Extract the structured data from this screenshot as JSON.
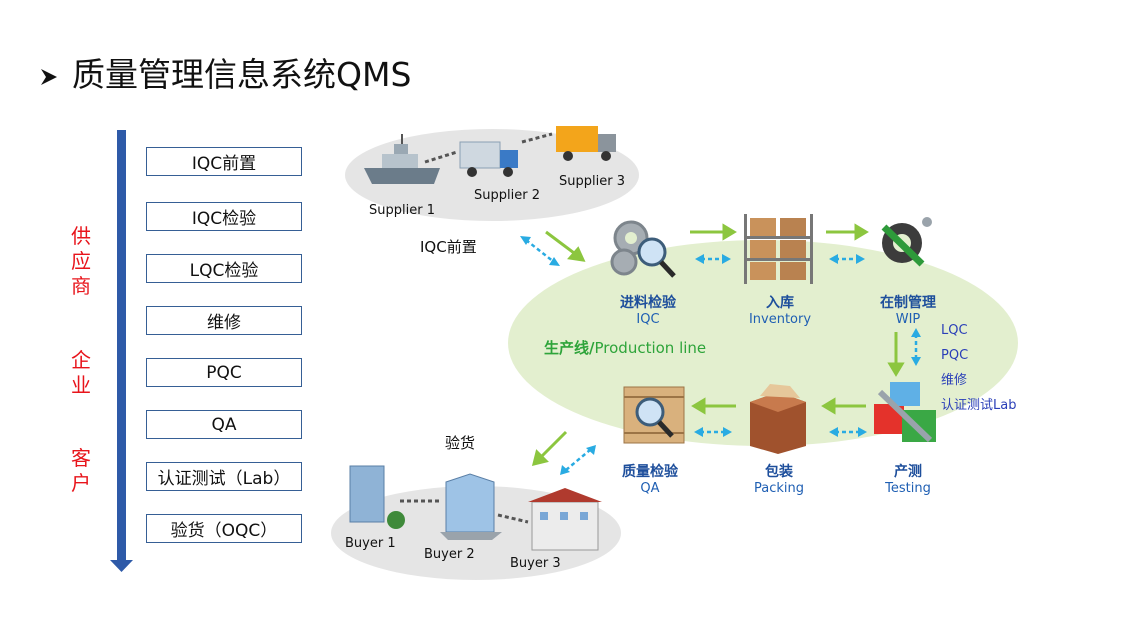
{
  "title": "质量管理信息系统QMS",
  "steps": [
    "IQC前置",
    "IQC检验",
    "LQC检验",
    "维修",
    "PQC",
    "QA",
    "认证测试（Lab）",
    "验货（OQC）"
  ],
  "side_labels": [
    "供应商",
    "企业",
    "客户"
  ],
  "suppliers": [
    "Supplier 1",
    "Supplier 2",
    "Supplier 3"
  ],
  "buyers": [
    "Buyer 1",
    "Buyer 2",
    "Buyer 3"
  ],
  "iqc_pre_label": "IQC前置",
  "inspection_label": "验货",
  "production_line": {
    "cn": "生产线",
    "sep": "/",
    "en": "Production line"
  },
  "nodes": {
    "iqc": {
      "cn": "进料检验",
      "en": "IQC"
    },
    "inventory": {
      "cn": "入库",
      "en": "Inventory"
    },
    "wip": {
      "cn": "在制管理",
      "en": "WIP"
    },
    "qa": {
      "cn": "质量检验",
      "en": "QA"
    },
    "packing": {
      "cn": "包装",
      "en": "Packing"
    },
    "testing": {
      "cn": "产测",
      "en": "Testing"
    }
  },
  "wip_list": [
    "LQC",
    "PQC",
    "维修",
    "认证测试Lab"
  ],
  "colors": {
    "step_border": "#365f95",
    "side_label": "#e8141b",
    "arrow_green": "#8cc63f",
    "arrow_blue": "#29abe2",
    "ellipse_green": "#e3efcf",
    "ellipse_gray": "#e4e4e4",
    "axis_blue": "#2e5aa8"
  }
}
